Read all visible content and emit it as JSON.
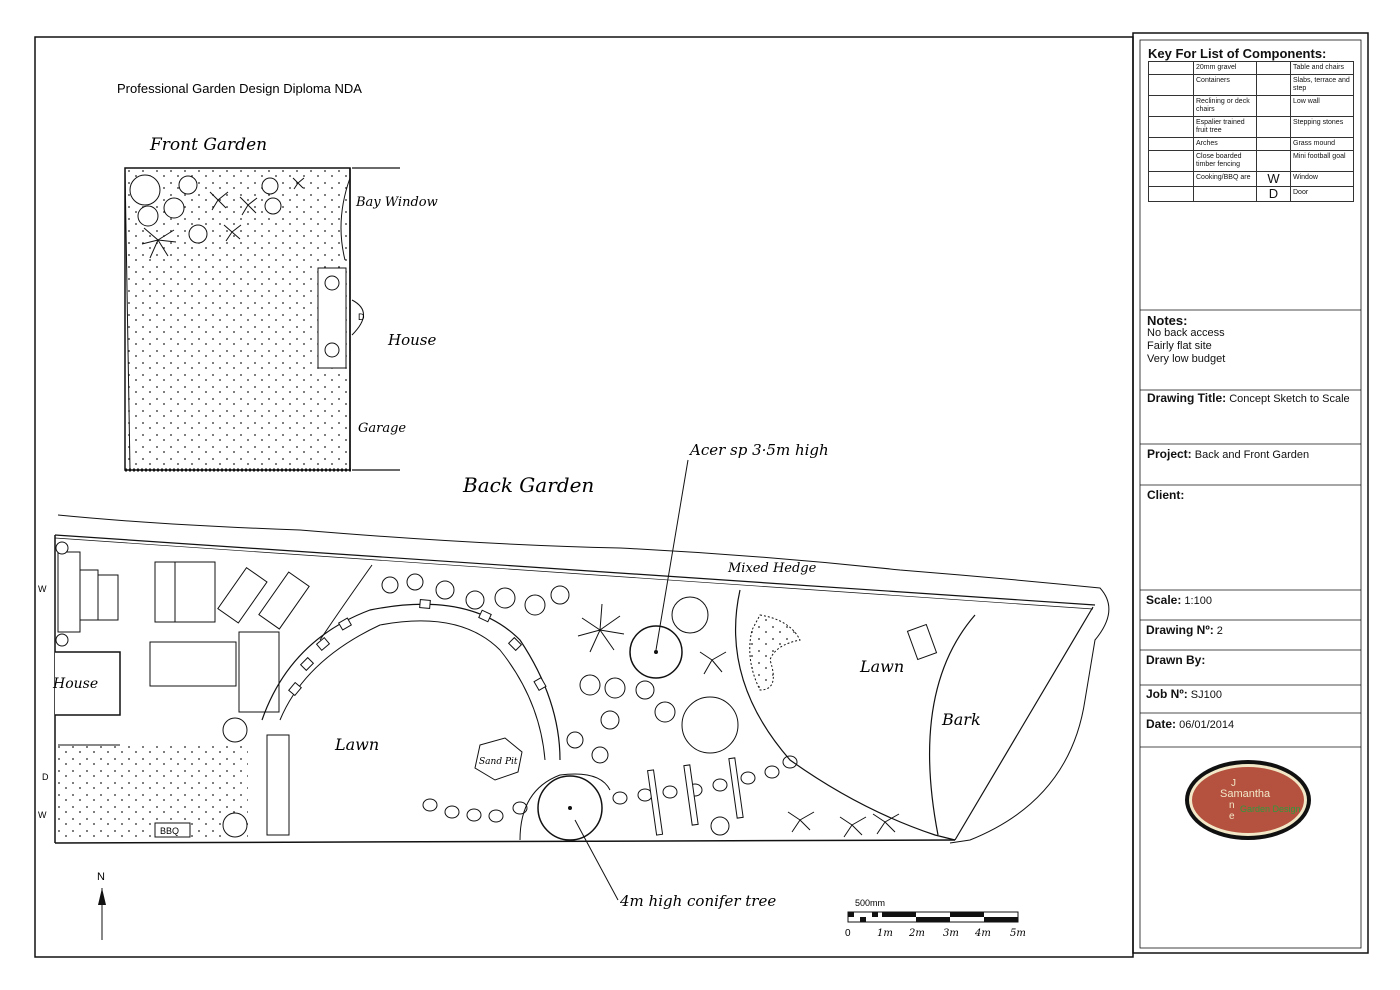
{
  "header": {
    "course_title": "Professional Garden Design Diploma NDA"
  },
  "plan_labels": {
    "front_garden": "Front Garden",
    "bay_window": "Bay Window",
    "house_front": "House",
    "garage": "Garage",
    "back_garden": "Back Garden",
    "acer_callout": "Acer sp 3·5m high",
    "mixed_hedge": "Mixed Hedge",
    "lawn_left": "Lawn",
    "lawn_right": "Lawn",
    "bark": "Bark",
    "house_back": "House",
    "sand_pit": "Sand Pit",
    "conifer_callout": "4m high conifer tree",
    "bbq": "BBQ",
    "door_symbol": "D",
    "window_symbol": "W",
    "north": "N"
  },
  "scale_bar": {
    "caption": "500mm",
    "ticks": [
      "0",
      "1m",
      "2m",
      "3m",
      "4m",
      "5m"
    ]
  },
  "key": {
    "title": "Key For List of Components:",
    "rows": [
      {
        "left": "20mm gravel",
        "symbol": "",
        "right": "Table and chairs"
      },
      {
        "left": "Containers",
        "symbol": "",
        "right": "Slabs, terrace and step"
      },
      {
        "left": "Reclining or deck chairs",
        "symbol": "",
        "right": "Low wall"
      },
      {
        "left": "Espalier trained fruit tree",
        "symbol": "",
        "right": "Stepping stones"
      },
      {
        "left": "Arches",
        "symbol": "",
        "right": "Grass mound"
      },
      {
        "left": "Close boarded timber fencing",
        "symbol": "",
        "right": "Mini football goal"
      },
      {
        "left": "Cooking/BBQ are",
        "symbol": "W",
        "right": "Window"
      },
      {
        "left": "",
        "symbol": "D",
        "right": "Door"
      }
    ]
  },
  "notes": {
    "label": "Notes:",
    "lines": [
      "No back access",
      "Fairly flat site",
      "Very low budget"
    ]
  },
  "title_block": {
    "drawing_title_label": "Drawing Title:",
    "drawing_title": "Concept Sketch to Scale",
    "project_label": "Project:",
    "project": "Back and Front Garden",
    "client_label": "Client:",
    "scale_label": "Scale:",
    "scale": "1:100",
    "drawing_no_label": "Drawing Nº:",
    "drawing_no": "2",
    "drawn_by_label": "Drawn By:",
    "job_no_label": "Job Nº:",
    "job_no": "SJ100",
    "date_label": "Date:",
    "date": "06/01/2014"
  },
  "logo": {
    "text_first": "Samantha",
    "text_middle_vertical": "Jane",
    "text_green": "Garden Design",
    "colors": {
      "fill": "#b5523f",
      "green": "#2f9a3c",
      "cream": "#f2e8c8"
    }
  }
}
